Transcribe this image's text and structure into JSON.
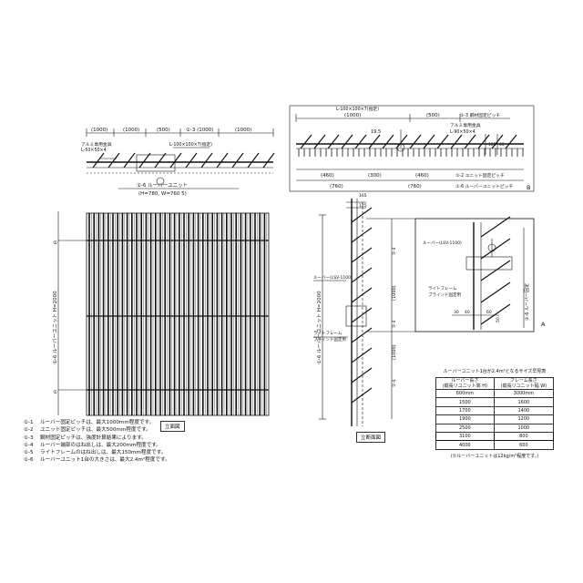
{
  "top_left_plan": {
    "dims": [
      "(1000)",
      "(1000)",
      "(500)",
      "①-3 (1000)",
      "(1000)"
    ],
    "bracket_label": "L-100×100×7(指定)",
    "steel_label_1": "アルミ専用金具",
    "steel_label_2": "L-50×50×4",
    "unit_label": "①-6 ルーバーユニット",
    "unit_size": "(H=780, W=760 5)"
  },
  "detail_b": {
    "title_mark": "B",
    "dims": [
      "(1000)",
      "(500)"
    ],
    "pitch_label": "①-3 鋼材固定ピッチ",
    "bracket_label": "L-100×100×7(指定)",
    "steel_label_1": "アルミ専用金具",
    "steel_label_2": "L-90×50×4",
    "dim_small": "19.5",
    "dim_vert_1": "125",
    "dim_vert_2": "65",
    "bottom_dims": [
      "(460)",
      "(300)",
      "(460)"
    ],
    "unit_pitch": "①-2 ユニット固定ピッチ",
    "bottom_dims_2": [
      "(760)",
      "(760)"
    ],
    "unit_pitch_2": "①-6 ルーバーユニットピッチ"
  },
  "elevation": {
    "left_mark_top": "①",
    "left_mark_bottom": "①",
    "vertical_label": "①-6 ルーバーユニット H=2000",
    "caption": "立面図"
  },
  "section": {
    "top_dims": [
      "165",
      "125"
    ],
    "unit_label": "ルーバー(LSV-1100)",
    "frame_label_1": "ライトフレーム",
    "frame_label_2": "ブラインド固定用",
    "vertical_label": "①-6 ルーバーユニット H=2000",
    "dim_side_1": "(1000)",
    "dim_side_2": "(1000)",
    "marks": [
      "①-4",
      "①-4",
      "①-4"
    ],
    "caption": "立断面図"
  },
  "detail_a": {
    "title_mark": "A",
    "unit_label": "ルーバー(LSV-1100)",
    "frame_label_1": "ライトフレーム",
    "frame_label_2": "ブラインド固定用",
    "bottom_dims": [
      "30",
      "40",
      "60"
    ],
    "side_dim": "50",
    "vertical_label": "①-6 ルーバー固定"
  },
  "notes": [
    {
      "key": "①-1",
      "text": "ルーバー固定ピッチは、最大1000mm程度です。"
    },
    {
      "key": "①-2",
      "text": "ユニット固定ピッチは、最大500mm程度です。"
    },
    {
      "key": "①-3",
      "text": "鋼材固定ピッチは、強度計算結果によります。"
    },
    {
      "key": "①-4",
      "text": "ルーバー端部のはね出しは、最大200mm程度です。"
    },
    {
      "key": "①-5",
      "text": "ライトフレームのはね出しは、最大150mm程度です。"
    },
    {
      "key": "①-6",
      "text": "ルーバーユニット1台の大きさは、最大2.4m²程度です。"
    }
  ],
  "size_table": {
    "caption": "ルーバーユニット1台が2.4m²となるサイズ早見表",
    "header_1a": "ルーバー長さ",
    "header_1b": "(縦長リユニット高 H)",
    "header_2a": "フレーム長さ",
    "header_2b": "(縦長リユニット幅 W)",
    "rows": [
      [
        "600mm",
        "3000mm"
      ],
      [
        "1500",
        "1600"
      ],
      [
        "1700",
        "1400"
      ],
      [
        "1900",
        "1200"
      ],
      [
        "2500",
        "1000"
      ],
      [
        "3100",
        "800"
      ],
      [
        "4000",
        "600"
      ]
    ],
    "highlight_row": 5,
    "footnote": "(①ルーバーユニットは12kg/m²程度です。)"
  }
}
